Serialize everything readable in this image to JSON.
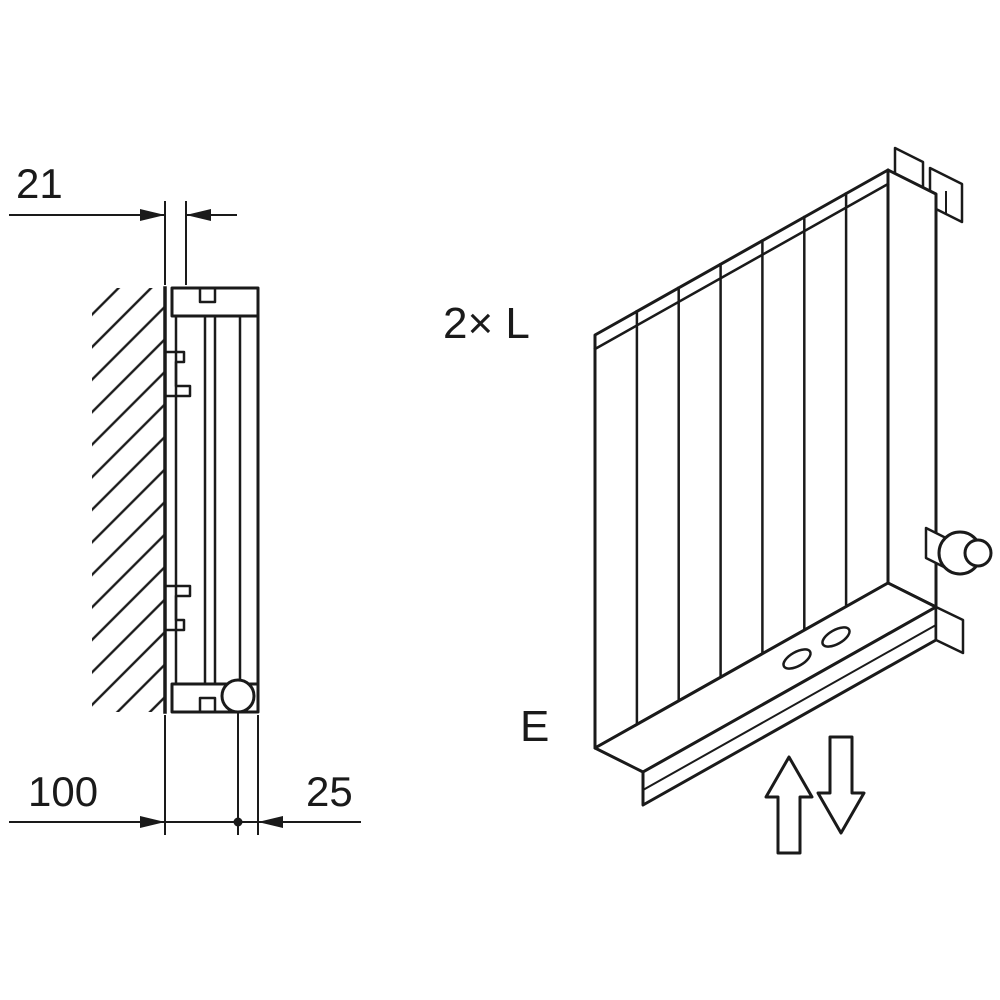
{
  "colors": {
    "line": "#1a1a1a",
    "background": "#ffffff"
  },
  "side_view": {
    "dim_top": "21",
    "dim_bottom_left": "100",
    "dim_bottom_right": "25"
  },
  "iso_view": {
    "label_quantity": "2× L",
    "label_connection": "E"
  }
}
